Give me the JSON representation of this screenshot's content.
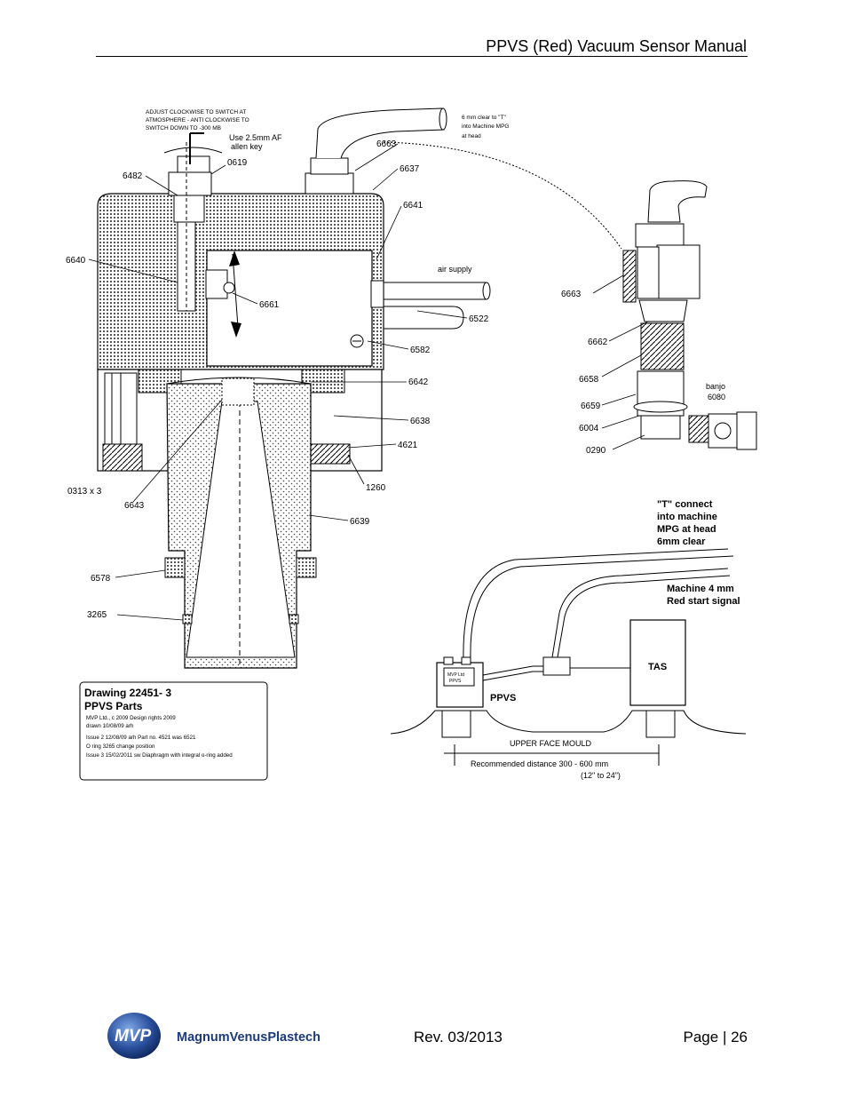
{
  "header": {
    "title": "PPVS (Red) Vacuum Sensor  Manual"
  },
  "notes": {
    "adjust_1": "ADJUST CLOCKWISE TO SWITCH AT",
    "adjust_2": "ATMOSPHERE - ANTI CLOCKWISE TO",
    "adjust_3": "SWITCH DOWN TO -300 MB",
    "allen_1": "Use 2.5mm  AF",
    "allen_2": "allen key",
    "tube_1": "6 mm clear to \"T\"",
    "tube_2": "into Machine MPG",
    "tube_3": "at head",
    "air_supply": "air supply",
    "banjo_1": "banjo",
    "banjo_2": "6080",
    "t_connect_1": "\"T\" connect",
    "t_connect_2": "into machine",
    "t_connect_3": "MPG at head",
    "t_connect_4": "6mm clear",
    "signal_1": "Machine 4 mm",
    "signal_2": "Red start signal",
    "tas": "TAS",
    "ppvs": "PPVS",
    "ppvs_body_1": "MVP Ltd",
    "ppvs_body_2": "PPVS",
    "mould": "UPPER FACE MOULD",
    "distance_1": "Recommended distance 300 - 600 mm",
    "distance_2": "(12\" to 24\")"
  },
  "parts": {
    "p6663a": "6663",
    "p0619": "0619",
    "p6482": "6482",
    "p6637": "6637",
    "p6641": "6641",
    "p6640": "6640",
    "p6661": "6661",
    "p6522": "6522",
    "p6582": "6582",
    "p6642": "6642",
    "p6638": "6638",
    "p4621": "4621",
    "p0313": "0313 x 3",
    "p1260": "1260",
    "p6643": "6643",
    "p6639": "6639",
    "p6578": "6578",
    "p3265": "3265",
    "p6663b": "6663",
    "p6662": "6662",
    "p6658": "6658",
    "p6659": "6659",
    "p6004": "6004",
    "p0290": "0290"
  },
  "title_block": {
    "line1": "Drawing 22451- 3",
    "line2": "PPVS Parts",
    "line3": "MVP Ltd.,  c 2009   Design rights 2009",
    "line4": "drawn 10/08/09 arh",
    "line5": "Issue 2 12/08/09 arh Part no. 4521  was 6521",
    "line6": "O ring 3265 change position",
    "line7": "Issue 3 15/02/2011 sw Diaphragm with integral o-ring added"
  },
  "footer": {
    "logo_mark": "MVP",
    "logo_text": "MagnumVenusPlastech",
    "revision": "Rev. 03/2013",
    "page": "Page | 26"
  }
}
